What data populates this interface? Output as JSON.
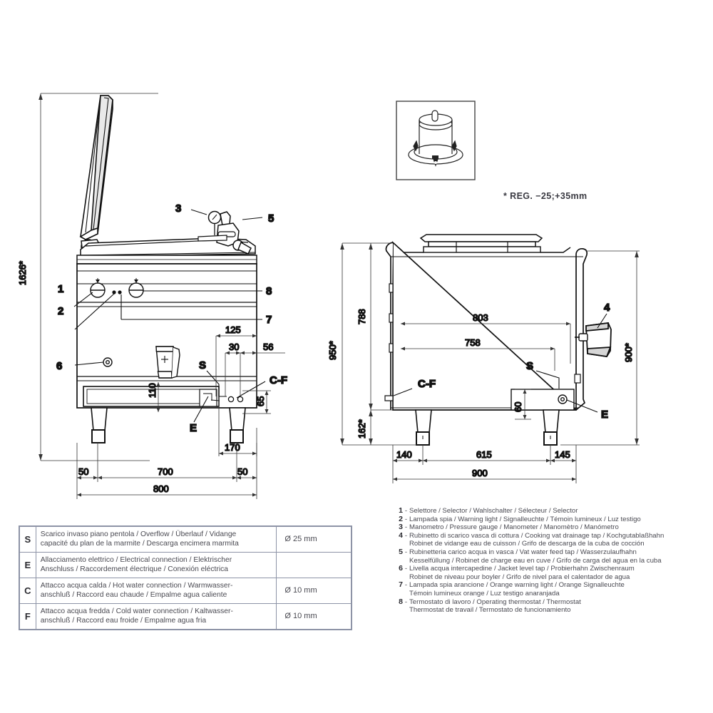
{
  "page": {
    "title": "Technical dimensional drawing - gas/electric tilting boiling pan",
    "reg_note": "*  REG.  −25;+35mm"
  },
  "side_view": {
    "name": "side-elevation",
    "callouts": [
      "1",
      "2",
      "3",
      "5",
      "6",
      "7",
      "8"
    ],
    "letter_callouts": [
      "S",
      "E",
      "C-F"
    ],
    "dimensions": {
      "total_height": "1626*",
      "d125": "125",
      "d30": "30",
      "d56": "56",
      "d110": "110",
      "d65": "65",
      "d170": "170",
      "d50_left": "50",
      "d700": "700",
      "d50_right": "50",
      "d800": "800"
    }
  },
  "front_view": {
    "name": "front-elevation",
    "callouts": [
      "4"
    ],
    "letter_callouts": [
      "S",
      "E",
      "C-F"
    ],
    "dimensions": {
      "d950": "950*",
      "d788": "788",
      "d162": "162*",
      "d900_right": "900*",
      "d803": "803",
      "d758": "758",
      "d60": "60",
      "d140": "140",
      "d615": "615",
      "d145": "145",
      "d900": "900"
    }
  },
  "detail_box": {
    "name": "adjustable-foot-detail"
  },
  "spec_table": {
    "rows": [
      {
        "code": "S",
        "desc_line1": "Scarico invaso piano pentola / Overflow / Überlauf / Vidange",
        "desc_line2": "capacité du plan de la marmite / Descarga encimera marmita",
        "dim": "Ø 25 mm"
      },
      {
        "code": "E",
        "desc_line1": "Allacciamento elettrico / Electrical connection / Elektrischer",
        "desc_line2": "Anschluss / Raccordement électrique / Conexión eléctrica",
        "dim": ""
      },
      {
        "code": "C",
        "desc_line1": "Attacco acqua calda / Hot water connection / Warmwasser-",
        "desc_line2": "anschluß / Raccord eau chaude / Empalme agua caliente",
        "dim": "Ø 10 mm"
      },
      {
        "code": "F",
        "desc_line1": "Attacco acqua fredda / Cold water connection / Kaltwasser-",
        "desc_line2": "anschluß / Raccord eau froide / Empalme agua fria",
        "dim": "Ø 10 mm"
      }
    ]
  },
  "parts_legend": {
    "items": [
      {
        "num": "1",
        "lines": [
          "Selettore / Selector / Wahlschalter / Sélecteur / Selector"
        ]
      },
      {
        "num": "2",
        "lines": [
          "Lampada spia / Warning light / Signalleuchte / Témoin lumineux / Luz testigo"
        ]
      },
      {
        "num": "3",
        "lines": [
          "Manometro / Pressure gauge / Manometer / Manomètro / Manómetro"
        ]
      },
      {
        "num": "4",
        "lines": [
          "Rubinetto di scarico vasca di cottura / Cooking vat drainage tap / Kochgutablaßhahn",
          "Robinet de vidange eau de cuisson / Grifo de descarga de la cuba de cocción"
        ]
      },
      {
        "num": "5",
        "lines": [
          "Rubinetteria carico acqua in vasca / Vat water feed tap / Wasserzulaufhahn",
          "Kesselfüllung / Robinet de charge eau en cuve / Grifo de carga del agua en la cuba"
        ]
      },
      {
        "num": "6",
        "lines": [
          "Livella acqua intercapedine / Jacket level tap / Probierhahn Zwischenraum",
          "Robinet de niveau pour boyler / Grifo de nivel para el calentador de agua"
        ]
      },
      {
        "num": "7",
        "lines": [
          "Lampada spia arancione / Orange warning light / Orange Signalleuchte",
          "Témoin lumineux orange / Luz testigo anaranjada"
        ]
      },
      {
        "num": "8",
        "lines": [
          "Termostato di lavoro / Operating thermostat / Thermostat",
          "Thermostat de travail / Termostato de funcionamiento"
        ]
      }
    ],
    "separator": "-"
  },
  "colors": {
    "line": "#111111",
    "thin_line": "#3a3a3a",
    "table_border": "#8d93a6",
    "table_text": "#4a4a52",
    "background": "#ffffff"
  }
}
